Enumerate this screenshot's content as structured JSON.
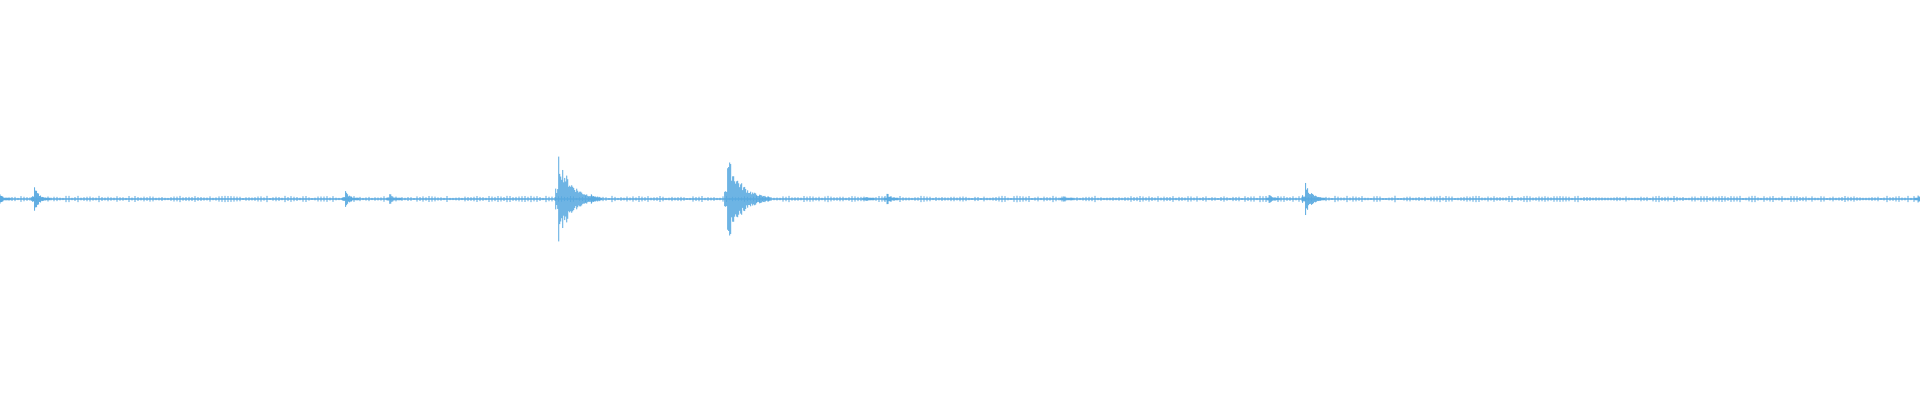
{
  "waveform": {
    "color": "#5aaae0",
    "baseline_level": 0,
    "peaks": [
      {
        "t": 0.0,
        "amp": 0.05
      },
      {
        "t": 0.018,
        "amp": 0.11
      },
      {
        "t": 0.18,
        "amp": 0.08
      },
      {
        "t": 0.203,
        "amp": 0.06
      },
      {
        "t": 0.291,
        "amp": 0.39
      },
      {
        "t": 0.308,
        "amp": 0.05
      },
      {
        "t": 0.379,
        "amp": 0.4
      },
      {
        "t": 0.451,
        "amp": 0.03
      },
      {
        "t": 0.462,
        "amp": 0.06
      },
      {
        "t": 0.554,
        "amp": 0.04
      },
      {
        "t": 0.661,
        "amp": 0.05
      },
      {
        "t": 0.68,
        "amp": 0.15
      },
      {
        "t": 0.999,
        "amp": 0.04
      }
    ]
  }
}
